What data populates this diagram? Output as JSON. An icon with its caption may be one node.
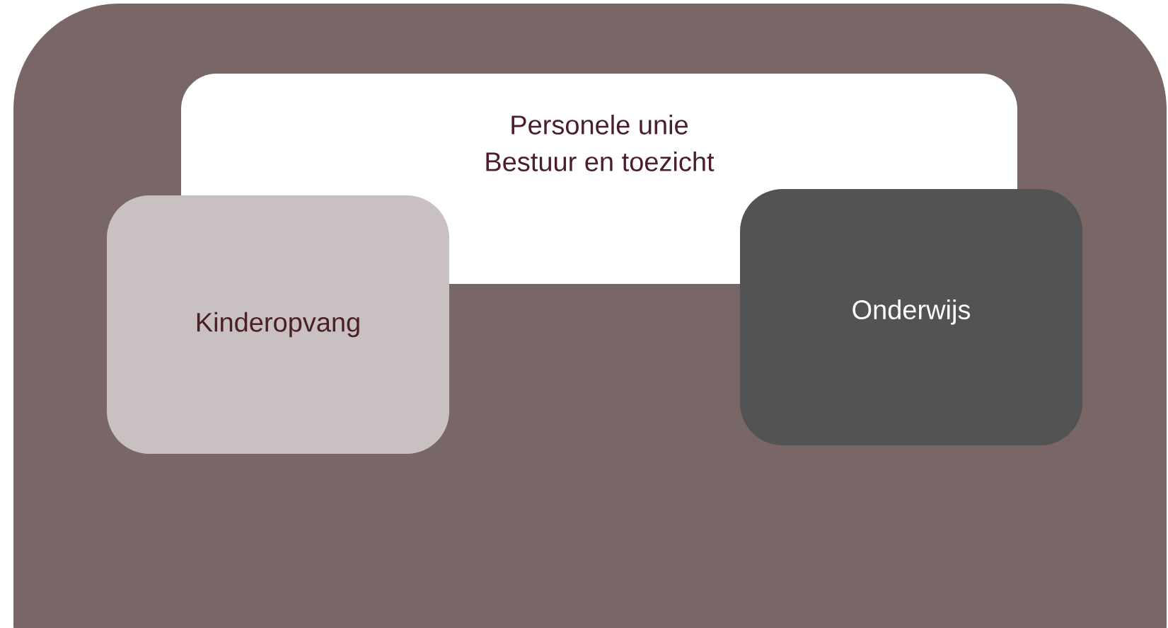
{
  "diagram": {
    "nodes": [
      {
        "text": [],
        "shape": "box"
      },
      {
        "text": [
          "Personele unie",
          "Bestuur en toezicht"
        ],
        "in": 0
      },
      {
        "text": [
          "Kinderopvang"
        ],
        "in": 0
      },
      {
        "text": [
          "Onderwijs"
        ],
        "in": 0
      }
    ]
  }
}
